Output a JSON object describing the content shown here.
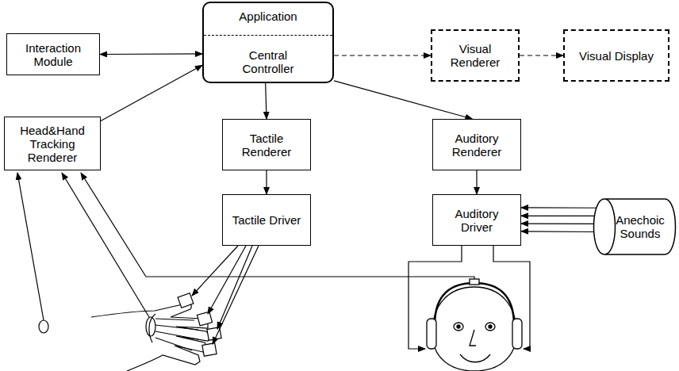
{
  "diagram": {
    "nodes": [
      {
        "text": [
          "Interaction Module"
        ]
      },
      {
        "text": [
          "Application",
          "Central Controller"
        ]
      },
      {
        "text": [
          "Visual Renderer"
        ]
      },
      {
        "text": [
          "Visual Display"
        ]
      },
      {
        "text": [
          "Head&Hand Tracking Renderer"
        ]
      },
      {
        "text": [
          "Tactile Renderer"
        ]
      },
      {
        "text": [
          "Auditory Renderer"
        ]
      },
      {
        "text": [
          "Tactile Driver"
        ]
      },
      {
        "text": [
          "Auditory Driver"
        ]
      },
      {
        "text": [
          "Anechoic Sounds"
        ]
      }
    ],
    "edges": [
      {
        "from": 0,
        "to": 1,
        "arrow": "both"
      },
      {
        "from": 1,
        "to": 2,
        "arrow": "to"
      },
      {
        "from": 2,
        "to": 3,
        "arrow": "to"
      },
      {
        "from": 4,
        "to": 1,
        "arrow": "to"
      },
      {
        "from": 1,
        "to": 5,
        "arrow": "to"
      },
      {
        "from": 1,
        "to": 6,
        "arrow": "to"
      },
      {
        "from": 5,
        "to": 7,
        "arrow": "to"
      },
      {
        "from": 6,
        "to": 8,
        "arrow": "to"
      },
      {
        "from": 9,
        "to": 8,
        "arrow": "to"
      },
      {
        "from": 9,
        "to": 8,
        "arrow": "to"
      },
      {
        "from": 9,
        "to": 8,
        "arrow": "to"
      },
      {
        "from": 9,
        "to": 8,
        "arrow": "to"
      }
    ]
  }
}
